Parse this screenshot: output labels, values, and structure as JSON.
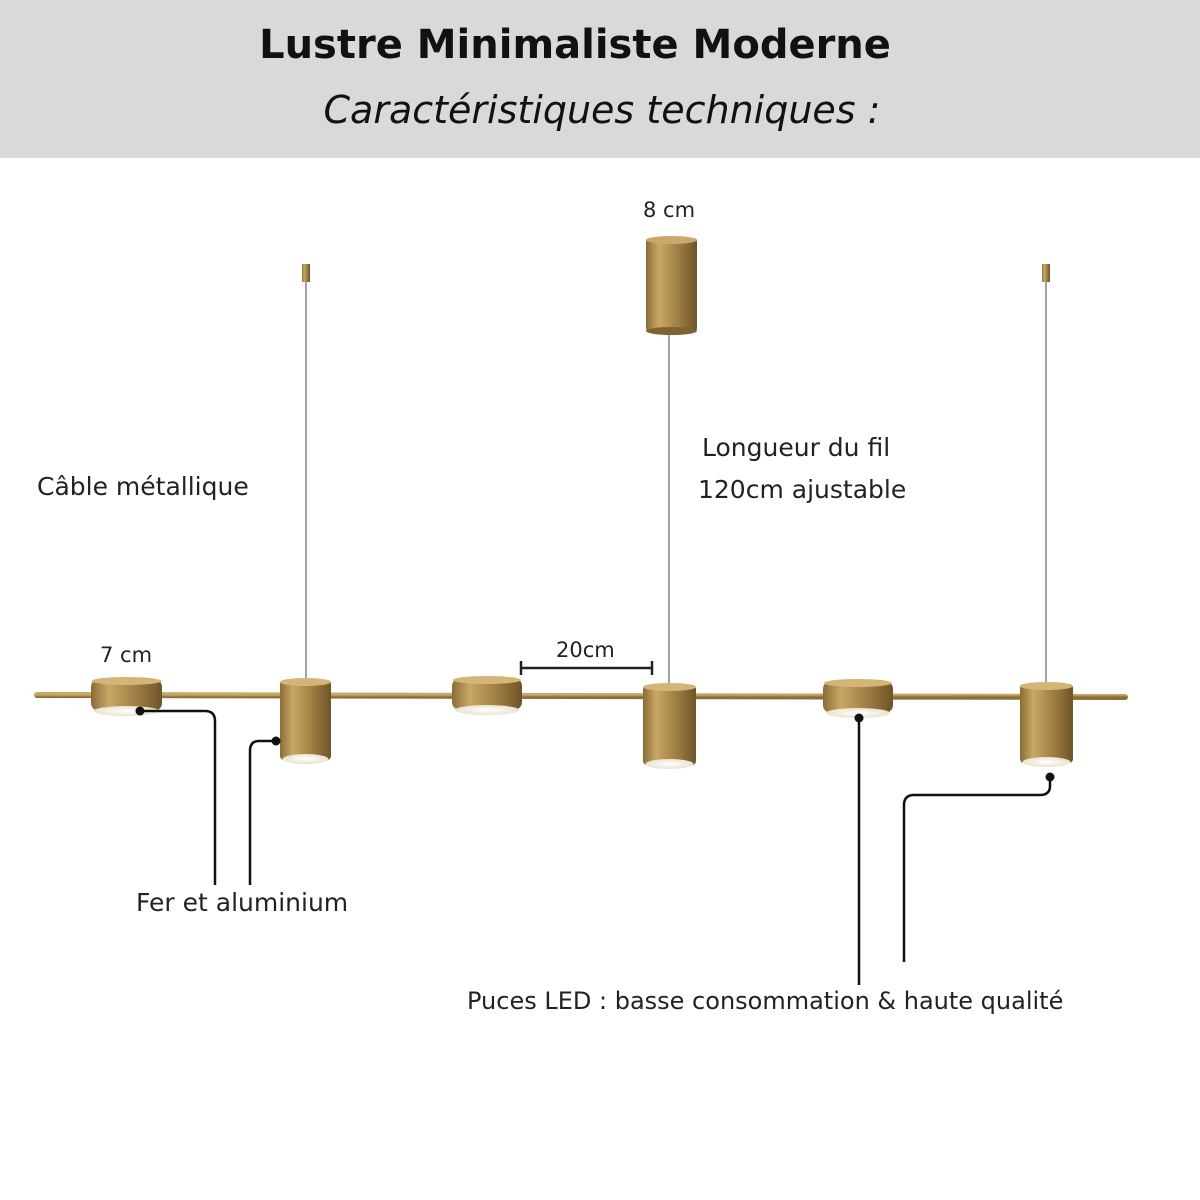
{
  "header": {
    "title": "Lustre Minimaliste Moderne",
    "subtitle": "Caractéristiques techniques :"
  },
  "labels": {
    "canopy_width": "8 cm",
    "cable": "Câble métallique",
    "wire_length_line1": "Longueur du fil",
    "wire_length_line2": "120cm ajustable",
    "disc_width": "7 cm",
    "spacing": "20cm",
    "material": "Fer et aluminium",
    "led": "Puces LED : basse consommation & haute qualité"
  },
  "colors": {
    "header_bg": "#d9d9d9",
    "brass": "#b08d4a",
    "brass_dark": "#7f6330",
    "led_glow": "#f4f1e6",
    "callout_line": "#111111"
  }
}
